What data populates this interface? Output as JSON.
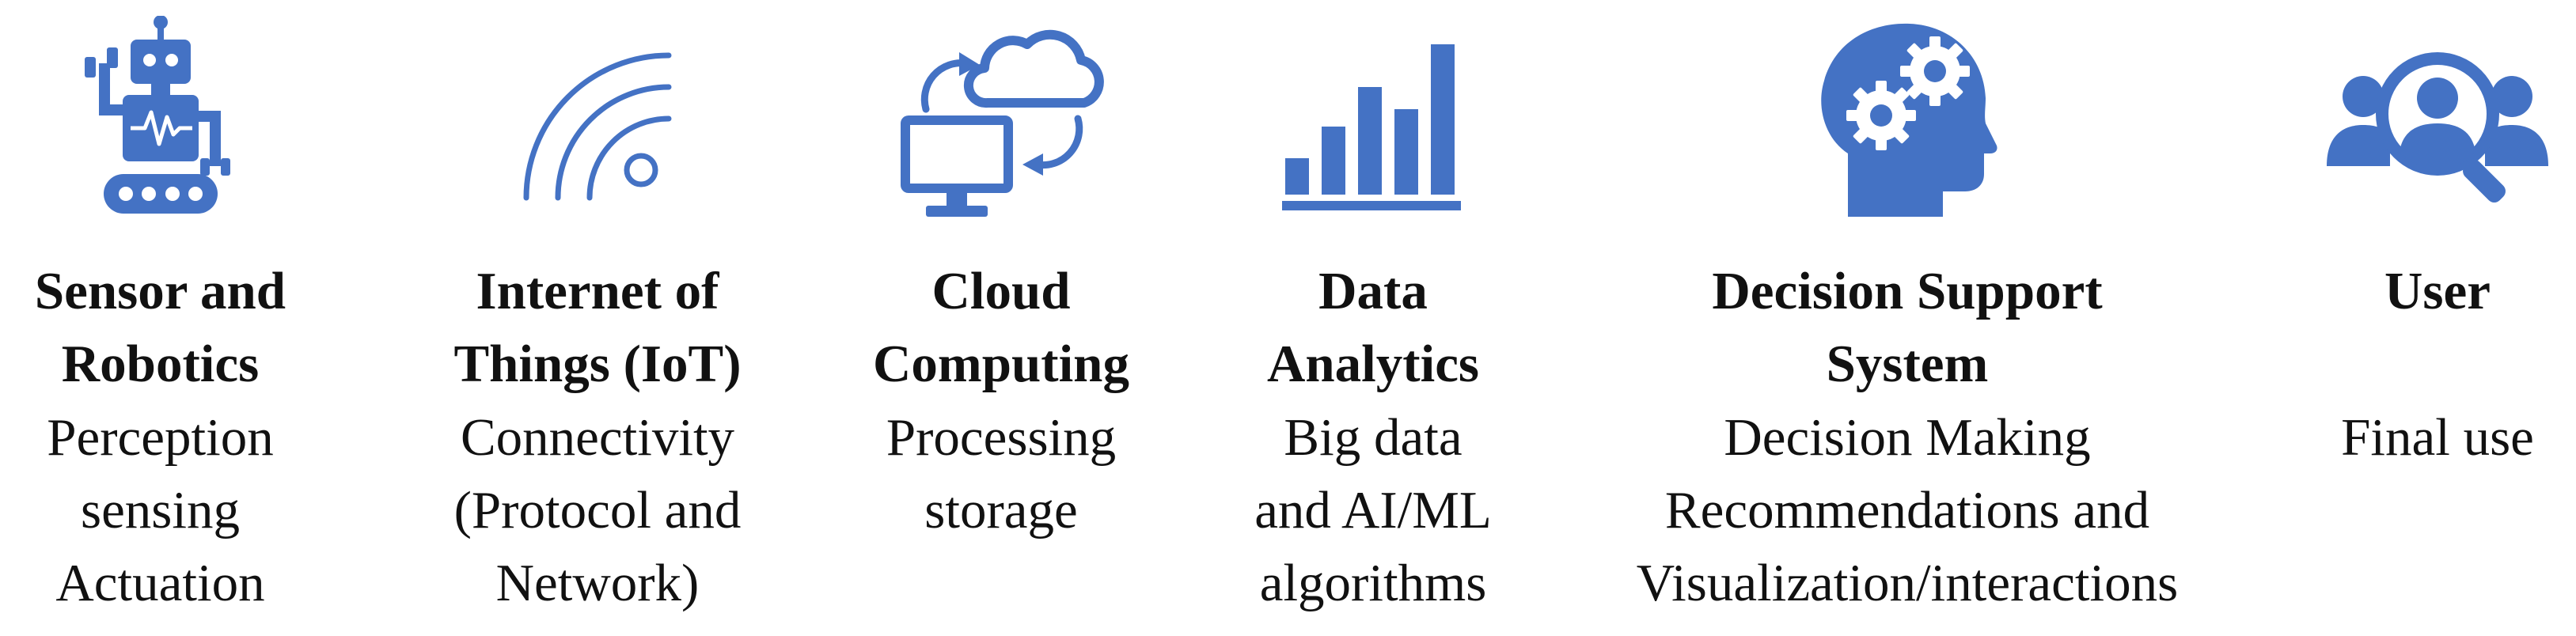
{
  "icon_color": "#4472c4",
  "columns": [
    {
      "icon": "robot-icon",
      "title": [
        "Sensor and",
        "Robotics"
      ],
      "desc": [
        "Perception",
        "sensing",
        "Actuation"
      ]
    },
    {
      "icon": "wireless-signal-icon",
      "title": [
        "Internet of",
        "Things (IoT)"
      ],
      "desc": [
        "Connectivity",
        "(Protocol and",
        "Network)"
      ]
    },
    {
      "icon": "cloud-sync-icon",
      "title": [
        "Cloud",
        "Computing"
      ],
      "desc": [
        "Processing",
        "storage"
      ]
    },
    {
      "icon": "bar-chart-icon",
      "title": [
        "Data",
        "Analytics"
      ],
      "desc": [
        "Big data",
        "and AI/ML",
        "algorithms"
      ]
    },
    {
      "icon": "head-gears-icon",
      "title": [
        "Decision Support",
        "System"
      ],
      "desc": [
        "Decision Making",
        "Recommendations and",
        "Visualization/interactions"
      ]
    },
    {
      "icon": "user-search-icon",
      "title": [
        "User"
      ],
      "desc": [
        "Final use"
      ]
    }
  ]
}
